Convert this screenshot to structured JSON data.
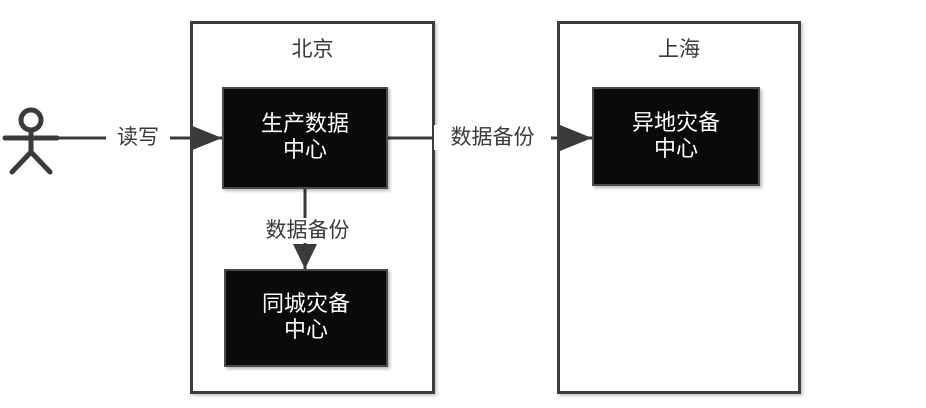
{
  "diagram": {
    "title_present": false,
    "background_color": "#ffffff",
    "line_color": "#3a3a3a",
    "node_fill_color": "#0a0a0a",
    "node_text_color": "#ffffff",
    "zone_border_color": "#3d3d3d"
  },
  "actor": {
    "name": "user-actor",
    "label": ""
  },
  "zones": [
    {
      "id": "beijing",
      "title": "北京"
    },
    {
      "id": "shanghai",
      "title": "上海"
    }
  ],
  "nodes": [
    {
      "id": "production-data-center",
      "line1": "生产数据",
      "line2": "中心",
      "zone": "beijing"
    },
    {
      "id": "local-dr-center",
      "line1": "同城灾备",
      "line2": "中心",
      "zone": "beijing"
    },
    {
      "id": "remote-dr-center",
      "line1": "异地灾备",
      "line2": "中心",
      "zone": "shanghai"
    }
  ],
  "edges": [
    {
      "id": "actor-to-production",
      "label": "读写",
      "from": "user-actor",
      "to": "production-data-center",
      "direction": "right"
    },
    {
      "id": "production-to-remote",
      "label": "数据备份",
      "from": "production-data-center",
      "to": "remote-dr-center",
      "direction": "right"
    },
    {
      "id": "production-to-local",
      "label": "数据备份",
      "from": "production-data-center",
      "to": "local-dr-center",
      "direction": "down"
    }
  ]
}
